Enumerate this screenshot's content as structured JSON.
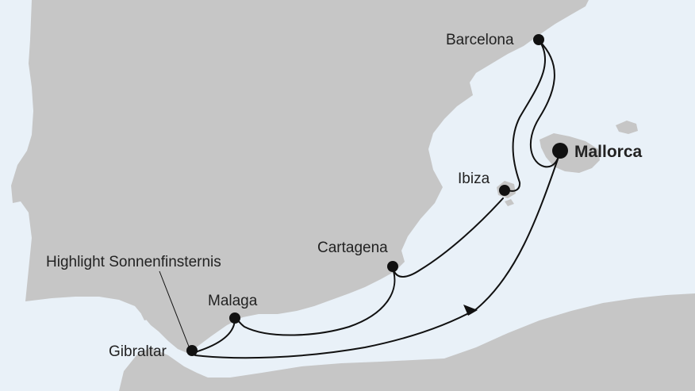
{
  "colors": {
    "sea": "#e9f1f8",
    "land": "#c6c6c6",
    "route": "#111111",
    "label": "#222222"
  },
  "ports": {
    "barcelona": {
      "label": "Barcelona"
    },
    "mallorca": {
      "label": "Mallorca"
    },
    "ibiza": {
      "label": "Ibiza"
    },
    "cartagena": {
      "label": "Cartagena"
    },
    "malaga": {
      "label": "Malaga"
    },
    "gibraltar": {
      "label": "Gibraltar"
    }
  },
  "annotation": {
    "label": "Highlight Sonnenfinsternis"
  }
}
